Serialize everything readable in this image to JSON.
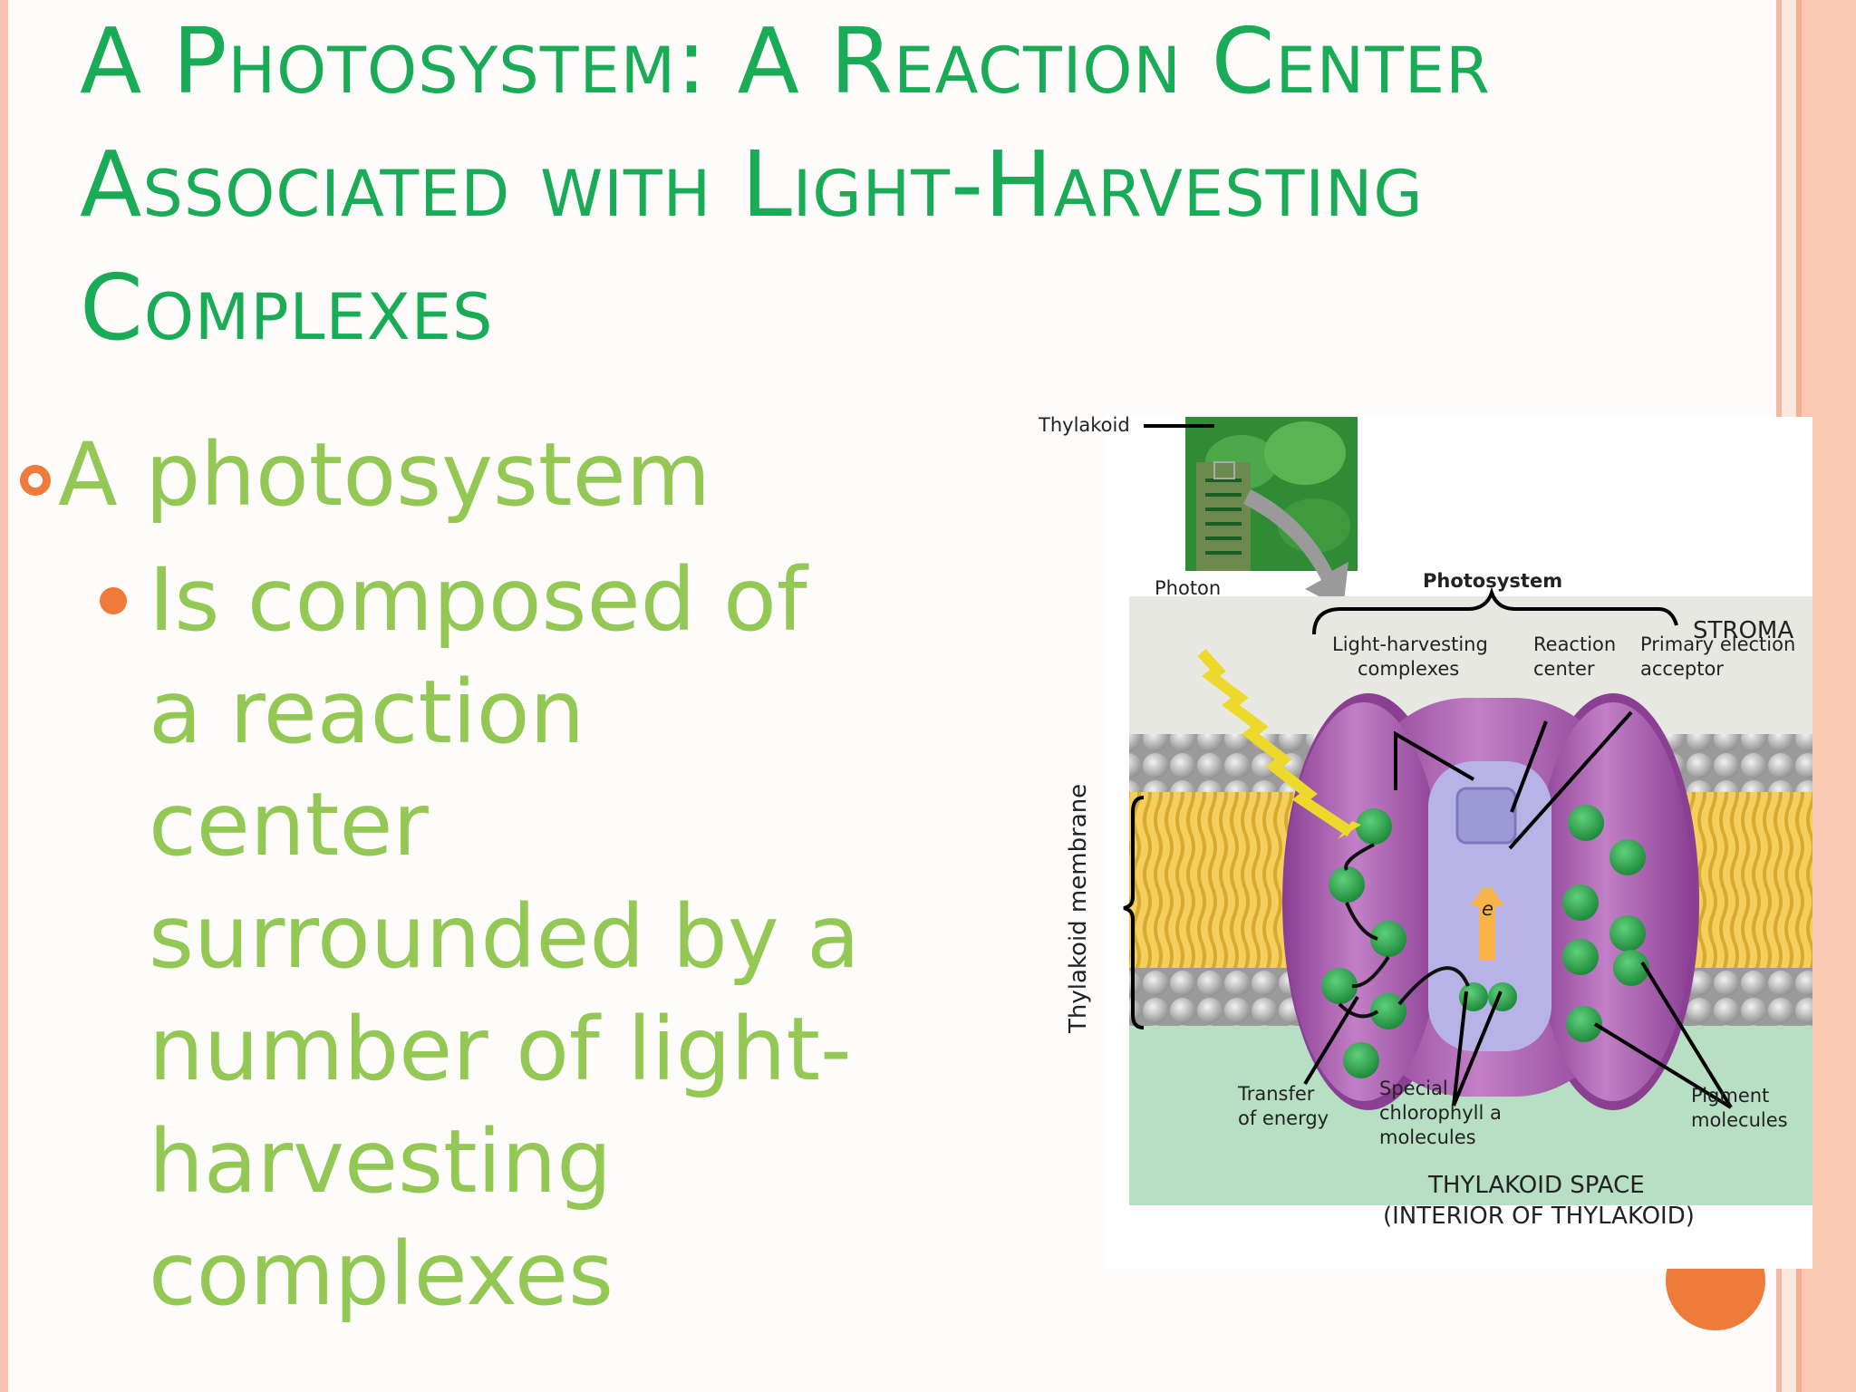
{
  "slide": {
    "title": "A Photosystem: A Reaction Center Associated with Light-Harvesting Complexes",
    "bullet1": "A photosystem",
    "bullet2": "Is composed of a reaction center surrounded by a number of light-harvesting complexes"
  },
  "diagram": {
    "thylakoid": "Thylakoid",
    "photon": "Photon",
    "photosystem": "Photosystem",
    "stroma": "STROMA",
    "lhc_line1": "Light-harvesting",
    "lhc_line2": "complexes",
    "rc_line1": "Reaction",
    "rc_line2": "center",
    "pea_line1": "Primary election",
    "pea_line2": "acceptor",
    "membrane": "Thylakoid membrane",
    "electron": "e",
    "transfer_line1": "Transfer",
    "transfer_line2": "of energy",
    "special_line1": "Special",
    "special_line2": "chlorophyll a",
    "special_line3": "molecules",
    "pigment_line1": "Pigment",
    "pigment_line2": "molecules",
    "space_line1": "THYLAKOID SPACE",
    "space_line2": "(INTERIOR OF THYLAKOID)"
  },
  "colors": {
    "title": "#1aab57",
    "body_text": "#92c853",
    "bullet": "#ee7b3a",
    "protein": "#a05aa8",
    "chlorophyll": "#2e9e47",
    "thylakoid_space": "#b6dfc4",
    "stroma": "#e8e8e3"
  }
}
